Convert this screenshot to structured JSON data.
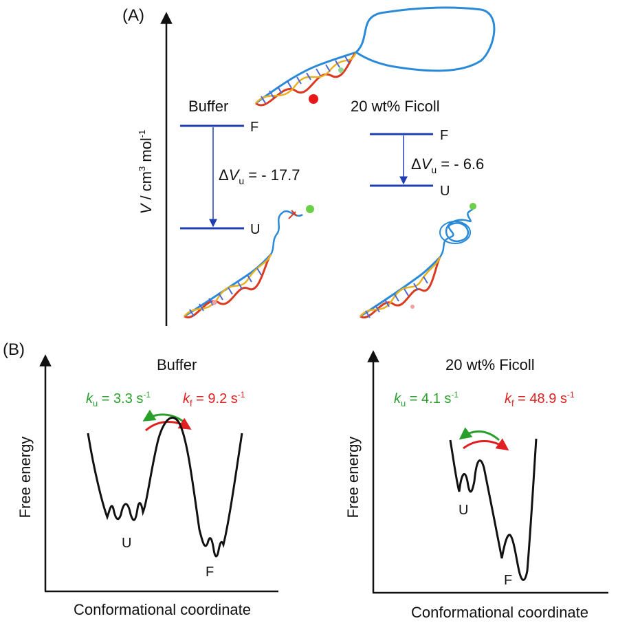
{
  "panel_a": {
    "label": "(A)",
    "y_axis_label": {
      "symbol": "V",
      "unit": " / cm",
      "exp": "3",
      "unit2": " mol",
      "exp2": "-1"
    },
    "buffer": {
      "title": "Buffer",
      "state_f": "F",
      "state_u": "U",
      "delta_prefix": "Δ",
      "delta_symbol": "V",
      "delta_sub": "u",
      "delta_value": " = - 17.7"
    },
    "ficoll": {
      "title": "20 wt% Ficoll",
      "state_f": "F",
      "state_u": "U",
      "delta_prefix": "Δ",
      "delta_symbol": "V",
      "delta_sub": "u",
      "delta_value": " = - 6.6"
    }
  },
  "panel_b": {
    "label": "(B)",
    "buffer": {
      "title": "Buffer",
      "ku_symbol": "k",
      "ku_sub": "u",
      "ku_value": " = 3.3 s",
      "ku_exp": "-1",
      "kf_symbol": "k",
      "kf_sub": "f",
      "kf_value": " = 9.2 s",
      "kf_exp": "-1",
      "y_label": "Free energy",
      "x_label": "Conformational coordinate",
      "well_u": "U",
      "well_f": "F"
    },
    "ficoll": {
      "title": "20 wt% Ficoll",
      "ku_symbol": "k",
      "ku_sub": "u",
      "ku_value": " = 4.1 s",
      "ku_exp": "-1",
      "kf_symbol": "k",
      "kf_sub": "f",
      "kf_value": " = 48.9 s",
      "kf_exp": "-1",
      "y_label": "Free energy",
      "x_label": "Conformational coordinate",
      "well_u": "U",
      "well_f": "F"
    }
  },
  "colors": {
    "level_line": "#1f3fb0",
    "arrow_blue": "#1f3fb0",
    "green": "#2aa02a",
    "red": "#e02020",
    "loop": "#2a8ad8",
    "axis": "#111111"
  }
}
